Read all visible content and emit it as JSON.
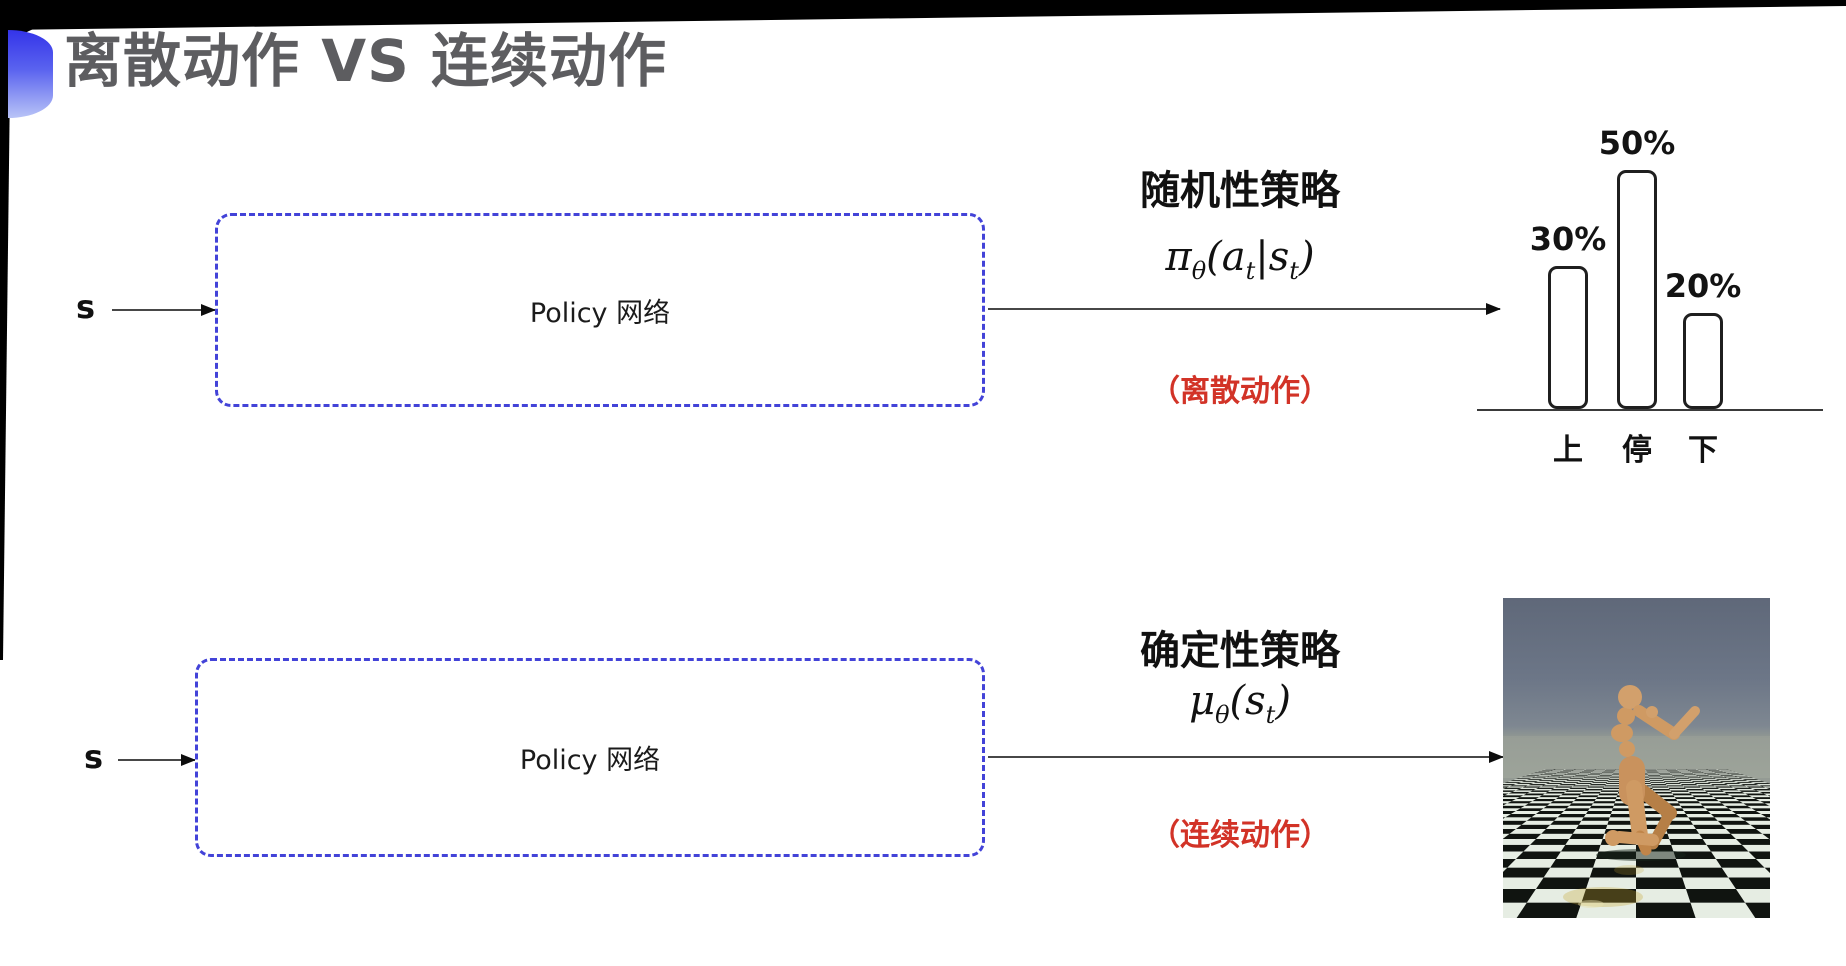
{
  "title": {
    "text": "离散动作 VS 连续动作"
  },
  "top": {
    "state_label": "s",
    "box_label": "Policy 网络",
    "policy_type": "随机性策略",
    "formula": [
      "π",
      "θ",
      "(a",
      "t",
      "|s",
      "t",
      ")"
    ],
    "action_note": "（离散动作）"
  },
  "bottom": {
    "state_label": "s",
    "box_label": "Policy 网络",
    "policy_type": "确定性策略",
    "formula": [
      "μ",
      "θ",
      "(s",
      "t",
      ")"
    ],
    "action_note": "（连续动作）"
  },
  "chart_data": {
    "type": "bar",
    "categories": [
      "上",
      "停",
      "下"
    ],
    "values": [
      30,
      50,
      20
    ],
    "value_labels": [
      "30%",
      "50%",
      "20%"
    ],
    "ylim": [
      0,
      50
    ],
    "title": "",
    "xlabel": "",
    "ylabel": "",
    "grid": false,
    "legend": "none",
    "bar_style": "outlined-white-rounded"
  },
  "colors": {
    "accent_blue": "#4343d8",
    "note_red": "#d23327",
    "title_gray": "#5d5d60",
    "arrow_dark": "#2c2c2c"
  }
}
